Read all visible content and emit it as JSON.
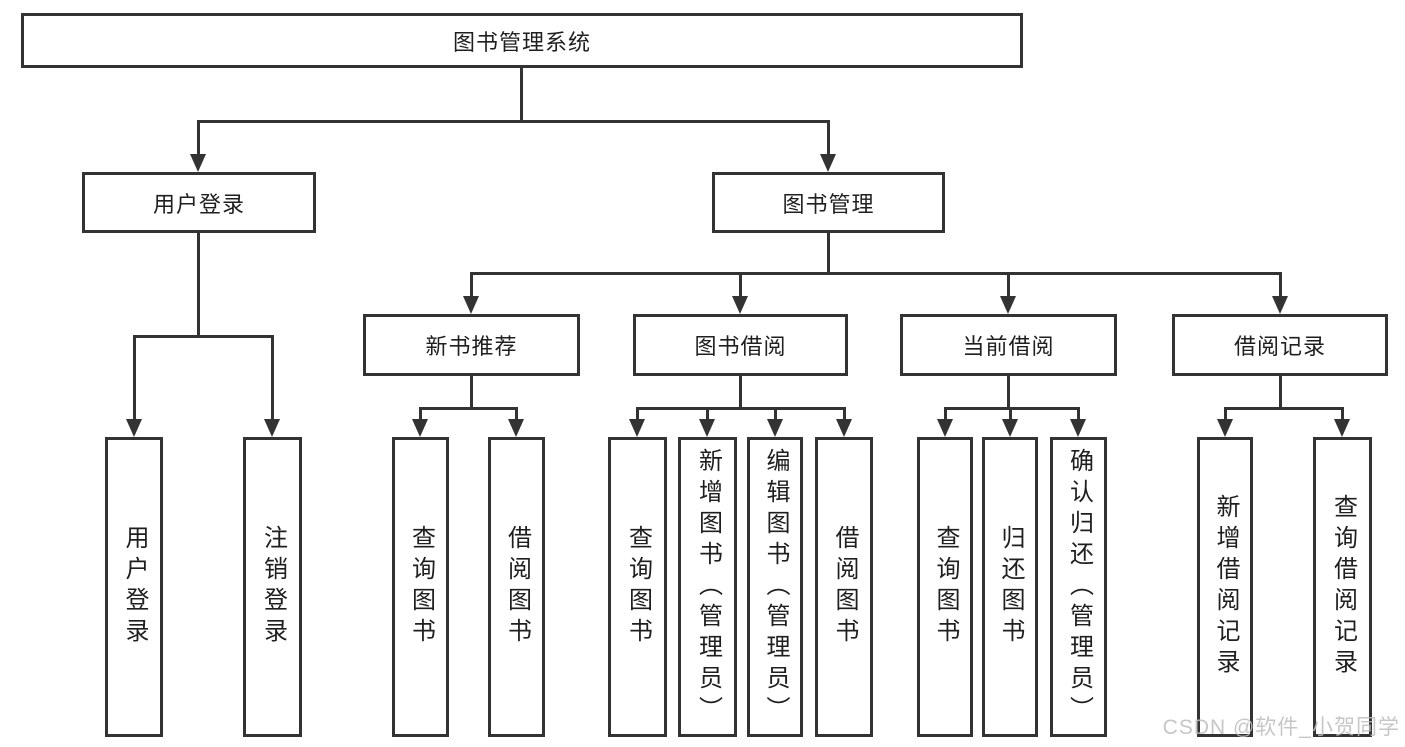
{
  "tree": {
    "root_label": "图书管理系统",
    "user_login": {
      "label": "用户登录",
      "children": [
        "用户登录",
        "注销登录"
      ]
    },
    "book_management": {
      "label": "图书管理"
    },
    "new_book_recommend": {
      "label": "新书推荐",
      "children": [
        "查询图书",
        "借阅图书"
      ]
    },
    "book_borrow": {
      "label": "图书借阅",
      "children": [
        "查询图书",
        "新增图书（管理员）",
        "编辑图书（管理员）",
        "借阅图书"
      ]
    },
    "current_borrow": {
      "label": "当前借阅",
      "children": [
        "查询图书",
        "归还图书",
        "确认归还（管理员）"
      ]
    },
    "borrow_records": {
      "label": "借阅记录",
      "children": [
        "新增借阅记录",
        "查询借阅记录"
      ]
    }
  },
  "watermark": "CSDN @软件_小贺同学",
  "colors": {
    "line": "#333333",
    "text": "#1f1f1f",
    "background": "#ffffff",
    "watermark": "#bdbdbd"
  }
}
